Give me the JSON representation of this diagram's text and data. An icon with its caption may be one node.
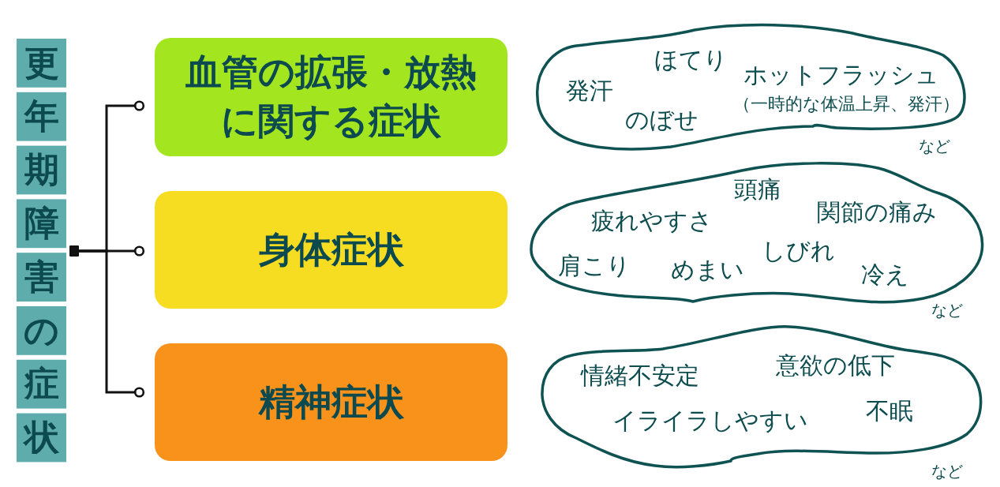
{
  "diagram": {
    "nodes": [
      {
        "text": [
          "更年期障害の症状"
        ]
      },
      {
        "text": [
          "血管の拡張・放熱に関する症状"
        ]
      },
      {
        "text": [
          "身体症状"
        ]
      },
      {
        "text": [
          "精神症状"
        ]
      },
      {
        "text": [
          "発汗",
          "ほてり",
          "のぼせ",
          "ホットフラッシュ",
          "（一時的な体温上昇、発汗）"
        ],
        "beside": [
          "など"
        ]
      },
      {
        "text": [
          "頭痛",
          "疲れやすさ",
          "関節の痛み",
          "肩こり",
          "めまい",
          "しびれ",
          "冷え"
        ],
        "beside": [
          "など"
        ]
      },
      {
        "text": [
          "情緒不安定",
          "意欲の低下",
          "イライラしやすい",
          "不眠"
        ],
        "beside": [
          "など"
        ]
      }
    ],
    "edges": [
      {
        "from": 0,
        "to": 1,
        "arrow": "other"
      },
      {
        "from": 0,
        "to": 2,
        "arrow": "other"
      },
      {
        "from": 0,
        "to": 3,
        "arrow": "other"
      }
    ]
  }
}
